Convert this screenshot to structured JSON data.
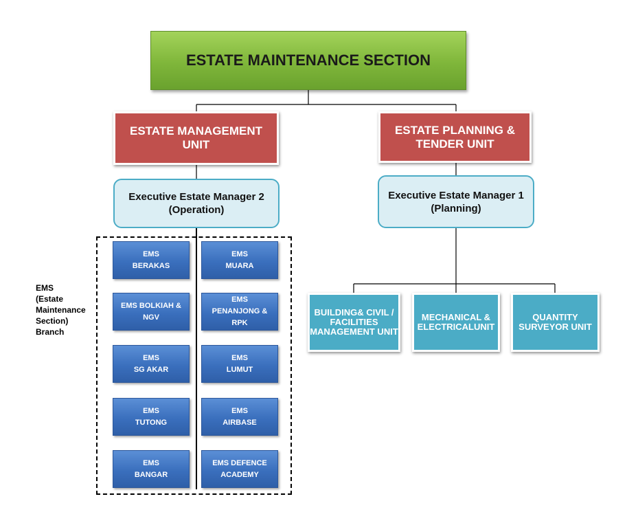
{
  "title": "ESTATE MAINTENANCE  SECTION",
  "units": {
    "management": "ESTATE MANAGEMENT UNIT",
    "planning": "ESTATE PLANNING &\nTENDER UNIT"
  },
  "managers": {
    "operation": "Executive Estate Manager 2\n(Operation)",
    "planning": "Executive Estate Manager 1\n(Planning)"
  },
  "branch_label": "EMS\n(Estate\nMaintenance\nSection)\nBranch",
  "ems_branches": [
    "EMS\nBERAKAS",
    "EMS\nMUARA",
    "EMS BOLKIAH &\nNGV",
    "EMS\nPENANJONG &\nRPK",
    "EMS\nSG AKAR",
    "EMS\nLUMUT",
    "EMS\nTUTONG",
    "EMS\nAIRBASE",
    "EMS\nBANGAR",
    "EMS DEFENCE\nACADEMY"
  ],
  "planning_subunits": [
    "BUILDING& CIVIL /\nFACILITIES\nMANAGEMENT UNIT",
    "MECHANICAL &\nELECTRICALUNIT",
    "QUANTITY\nSURVEYOR UNIT"
  ],
  "colors": {
    "top": "#8cc63f",
    "unit": "#c0504d",
    "manager_fill": "#dbeef4",
    "manager_border": "#4bacc6",
    "ems": "#3a6fbd",
    "subunit": "#4bacc6"
  }
}
